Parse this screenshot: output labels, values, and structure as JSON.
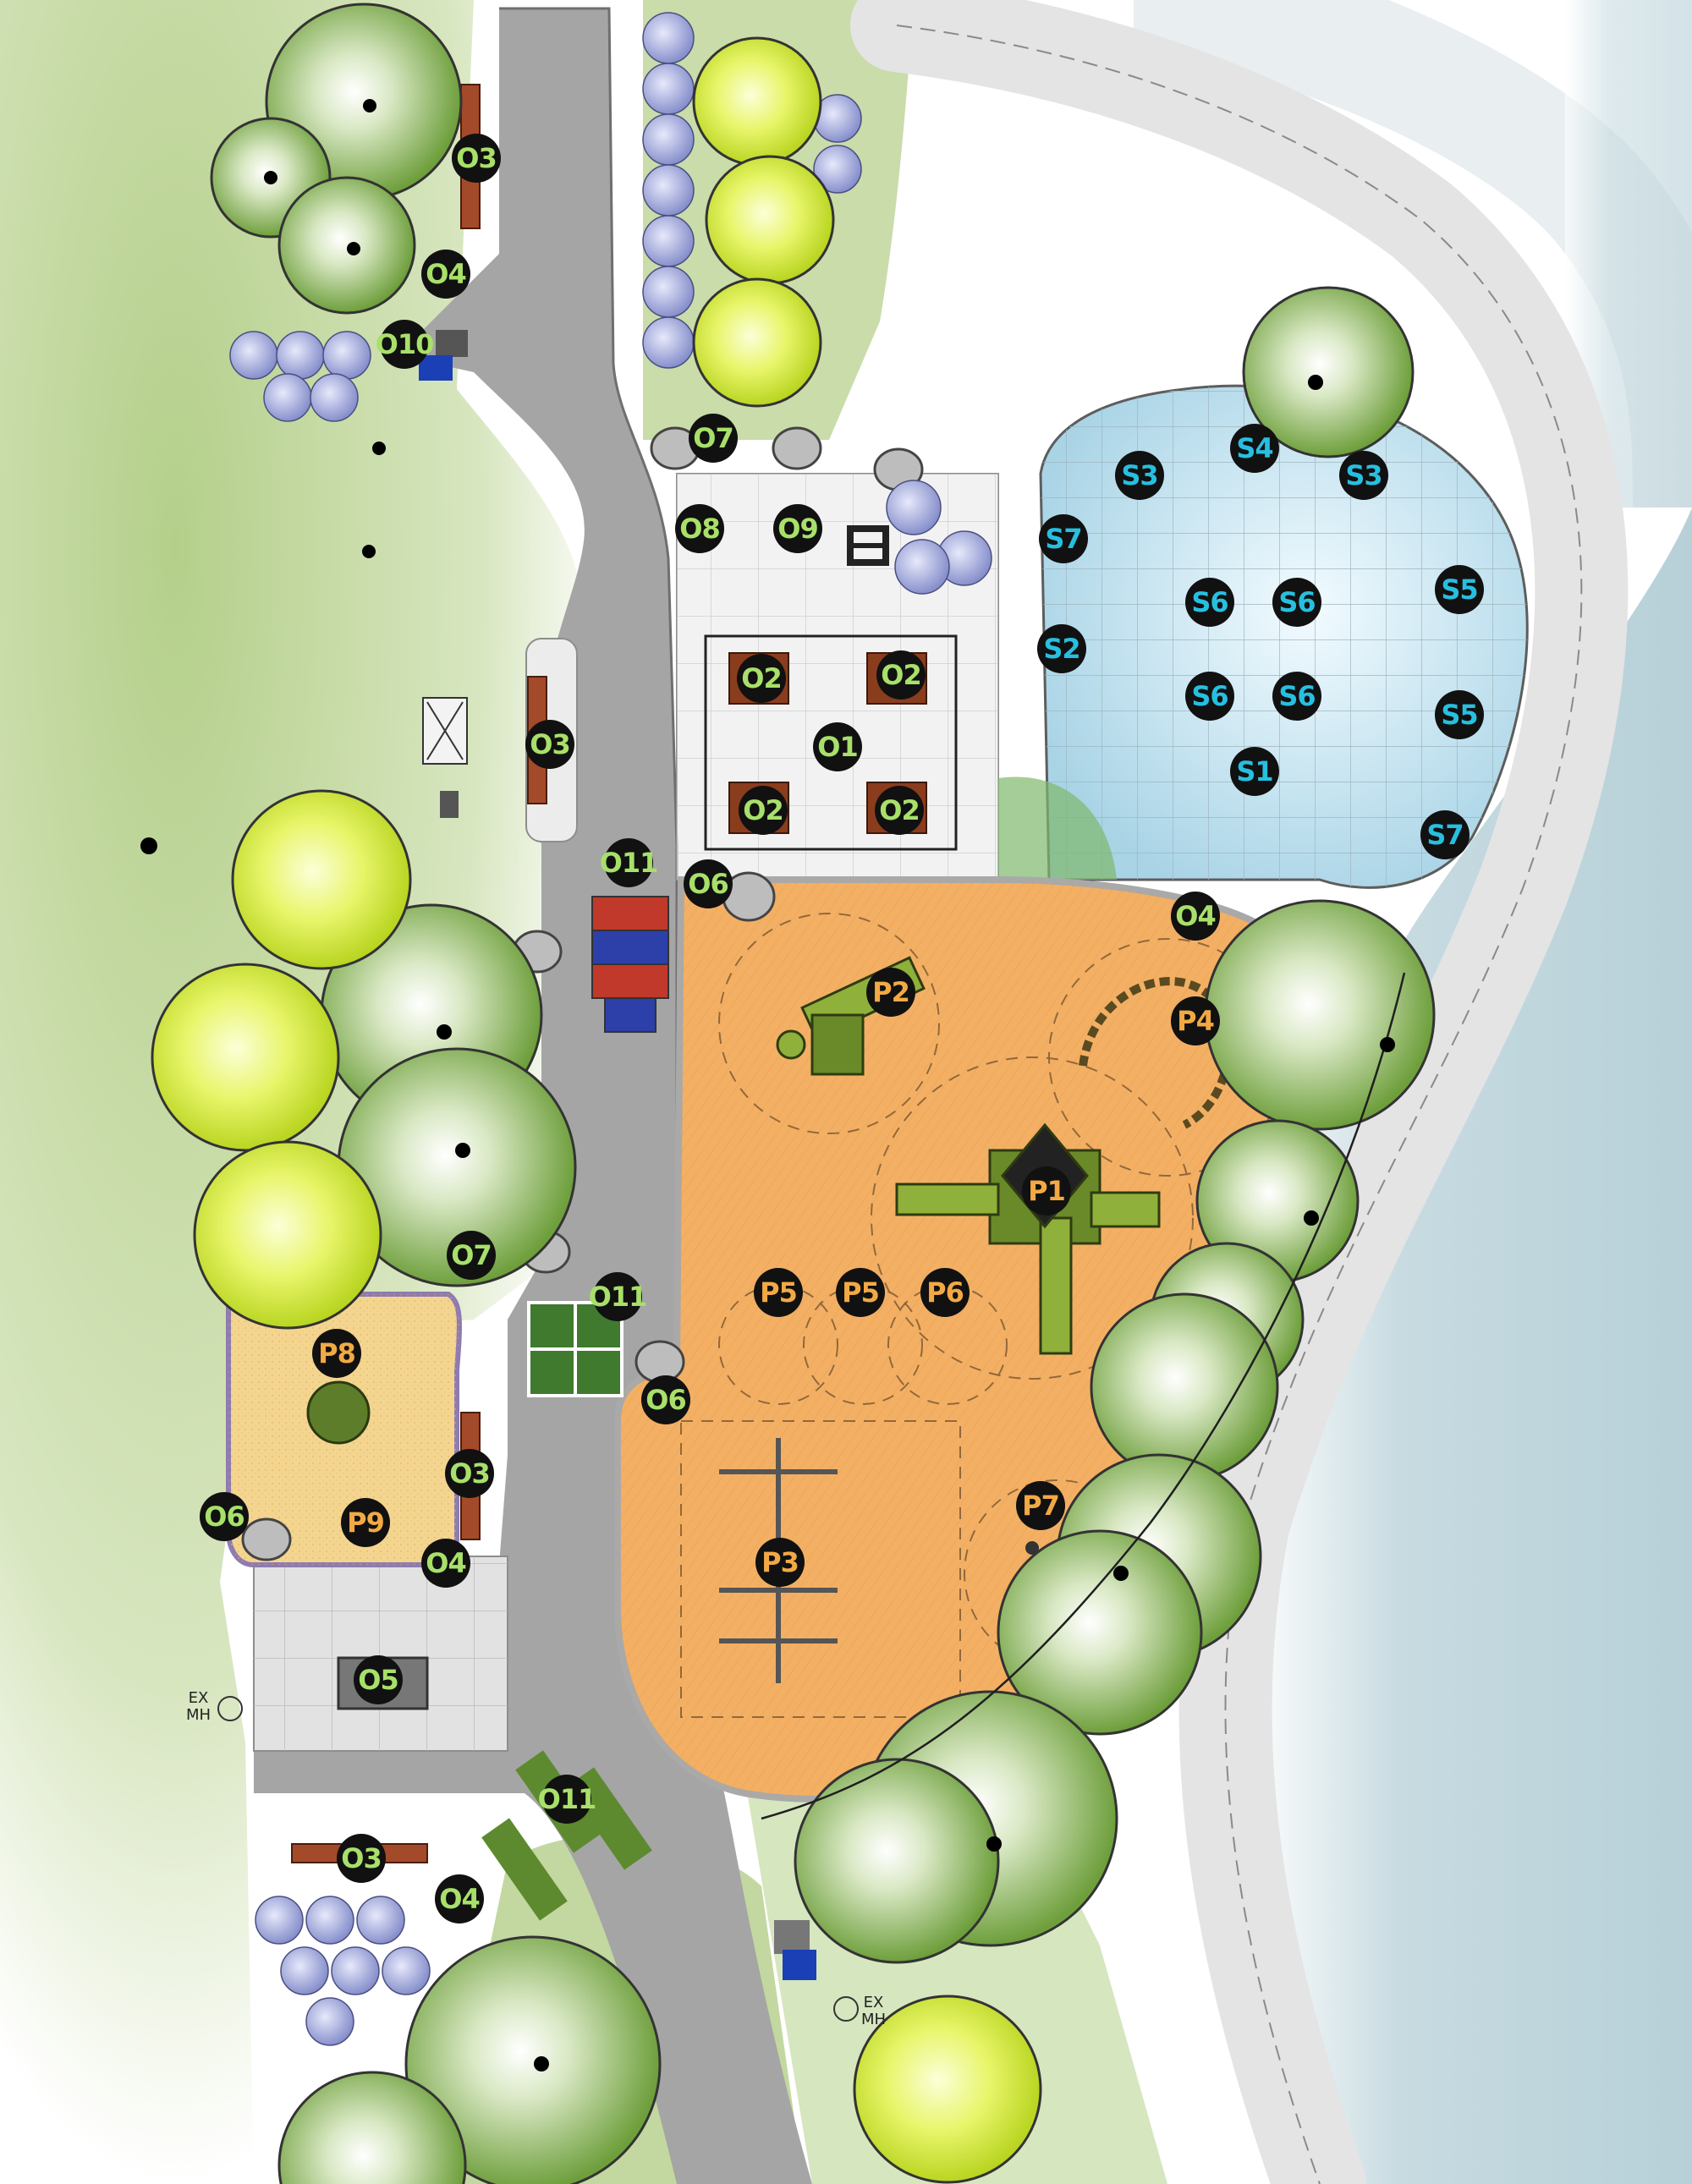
{
  "colors": {
    "lawn": "#c7d9a6",
    "road": "#a7a7a7",
    "surface_orange": "#f3b36b",
    "splash_pad": "#cfe6ef",
    "water": "#c9dde2",
    "paving": "#e3e3e3",
    "tree_green": "#7fae45",
    "tree_yellow": "#d8ec4a",
    "shrub": "#9aa2d6",
    "label_bg": "#111111",
    "label_open": "#a8e06a",
    "label_play": "#f2a944",
    "label_splash": "#27bfe0"
  },
  "icons": [
    "tree-symbol",
    "shrub-symbol",
    "manhole-symbol",
    "bench-symbol",
    "boulder-symbol"
  ],
  "labels": {
    "o1": "O1",
    "o2": "O2",
    "o3": "O3",
    "o4": "O4",
    "o5": "O5",
    "o6": "O6",
    "o7": "O7",
    "o8": "O8",
    "o9": "O9",
    "o10": "O10",
    "o11": "O11",
    "p1": "P1",
    "p2": "P2",
    "p3": "P3",
    "p4": "P4",
    "p5": "P5",
    "p6": "P6",
    "p7": "P7",
    "p8": "P8",
    "p9": "P9",
    "s1": "S1",
    "s2": "S2",
    "s3": "S3",
    "s4": "S4",
    "s5": "S5",
    "s6": "S6",
    "s7": "S7"
  },
  "notes": {
    "manhole_1": "EX\nMH",
    "manhole_2": "EX\nMH"
  }
}
